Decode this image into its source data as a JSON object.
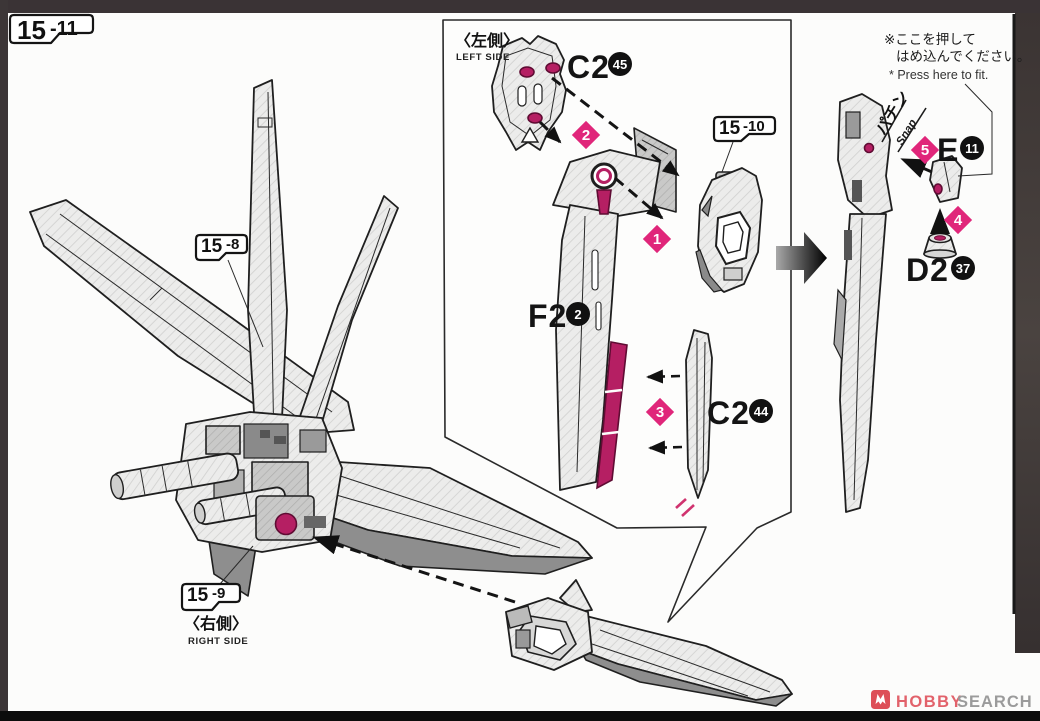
{
  "page": {
    "step_tab": {
      "prefix": "15",
      "suffix": "-11"
    }
  },
  "panel": {
    "side_jp": "〈左側〉",
    "side_en": "LEFT SIDE"
  },
  "refs": {
    "r15_10": {
      "prefix": "15",
      "suffix": "-10"
    },
    "r15_8": {
      "prefix": "15",
      "suffix": "-8"
    },
    "r15_9": {
      "prefix": "15",
      "suffix": "-9"
    }
  },
  "right_side": {
    "jp": "〈右側〉",
    "en": "RIGHT SIDE"
  },
  "parts": {
    "c2_45": {
      "code": "C2",
      "num": "45"
    },
    "f2_2": {
      "code": "F2",
      "num": "2"
    },
    "c2_44": {
      "code": "C2",
      "num": "44"
    },
    "e_11": {
      "code": "E",
      "num": "11"
    },
    "d2_37": {
      "code": "D2",
      "num": "37"
    }
  },
  "steps": {
    "s1": "1",
    "s2": "2",
    "s3": "3",
    "s4": "4",
    "s5": "5"
  },
  "notes": {
    "press_line1": "※ここを押して",
    "press_line2": "はめ込んでください。",
    "press_line3": "* Press here to fit.",
    "snap_jp": "パチン",
    "snap_en": "Snap"
  },
  "watermark": {
    "brand": "HOBBY",
    "brand_suffix": "SEARCH"
  },
  "colors": {
    "step_diamond_pink": "#e0267a",
    "part_highlight_pink": "#b51f63",
    "line_art": "#1f1f1f",
    "watermark_red": "#e2626b",
    "watermark_gray": "#9b9b9b",
    "scan_border_dark": "#3a3335"
  }
}
